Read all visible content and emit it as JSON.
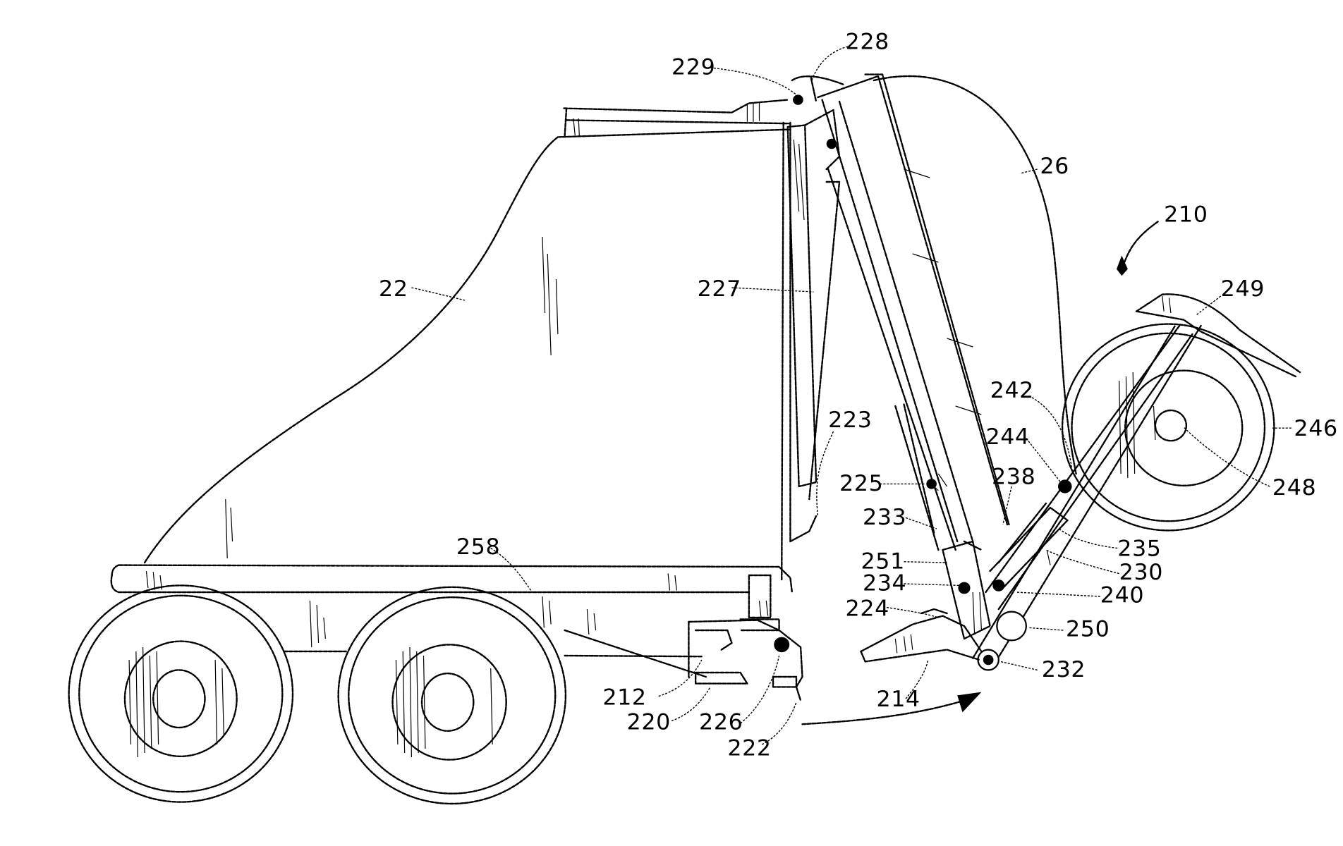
{
  "figure": {
    "reference_numerals": [
      {
        "id": "22",
        "text": "22"
      },
      {
        "id": "26",
        "text": "26"
      },
      {
        "id": "210",
        "text": "210"
      },
      {
        "id": "212",
        "text": "212"
      },
      {
        "id": "214",
        "text": "214"
      },
      {
        "id": "220",
        "text": "220"
      },
      {
        "id": "222",
        "text": "222"
      },
      {
        "id": "223",
        "text": "223"
      },
      {
        "id": "224",
        "text": "224"
      },
      {
        "id": "225",
        "text": "225"
      },
      {
        "id": "226",
        "text": "226"
      },
      {
        "id": "227",
        "text": "227"
      },
      {
        "id": "228",
        "text": "228"
      },
      {
        "id": "229",
        "text": "229"
      },
      {
        "id": "230",
        "text": "230"
      },
      {
        "id": "232",
        "text": "232"
      },
      {
        "id": "233",
        "text": "233"
      },
      {
        "id": "234",
        "text": "234"
      },
      {
        "id": "235",
        "text": "235"
      },
      {
        "id": "238",
        "text": "238"
      },
      {
        "id": "240",
        "text": "240"
      },
      {
        "id": "242",
        "text": "242"
      },
      {
        "id": "244",
        "text": "244"
      },
      {
        "id": "246",
        "text": "246"
      },
      {
        "id": "248",
        "text": "248"
      },
      {
        "id": "249",
        "text": "249"
      },
      {
        "id": "250",
        "text": "250"
      },
      {
        "id": "251",
        "text": "251"
      },
      {
        "id": "258",
        "text": "258"
      }
    ]
  }
}
